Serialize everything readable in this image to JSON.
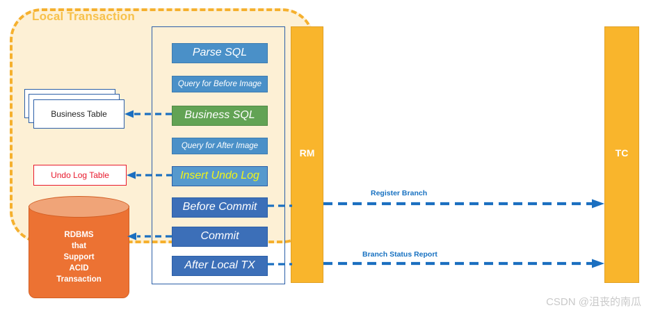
{
  "region": {
    "title": "Local Transaction",
    "border_color": "#f5b02e",
    "fill_color": "#fdf0d5"
  },
  "actors": {
    "rm": {
      "label": "RM",
      "color": "#f9b52c"
    },
    "tc": {
      "label": "TC",
      "color": "#f9b52c"
    }
  },
  "steps": [
    {
      "label": "Parse SQL",
      "style": "blue-mid",
      "size": "big"
    },
    {
      "label": "Query for Before Image",
      "style": "blue-mid",
      "size": "small"
    },
    {
      "label": "Business SQL",
      "style": "green",
      "size": "big"
    },
    {
      "label": "Query for After Image",
      "style": "blue-mid",
      "size": "small"
    },
    {
      "label": "Insert Undo Log",
      "style": "blue-light",
      "size": "big"
    },
    {
      "label": "Before Commit",
      "style": "blue-dark",
      "size": "big"
    },
    {
      "label": "Commit",
      "style": "blue-dark",
      "size": "big"
    },
    {
      "label": "After Local TX",
      "style": "blue-dark",
      "size": "big"
    }
  ],
  "stores": {
    "business_table": {
      "label": "Business Table",
      "stack_count": 3
    },
    "undo_log_table": {
      "label": "Undo Log Table",
      "border_color": "#e8192c",
      "text_color": "#e8192c"
    },
    "database": {
      "lines": [
        "RDBMS",
        "that",
        "Support",
        "ACID",
        "Transaction"
      ],
      "color": "#ec7233"
    }
  },
  "flows": [
    {
      "label": "Register Branch",
      "from": "Before Commit",
      "to": "TC"
    },
    {
      "label": "Branch Status Report",
      "from": "After Local TX",
      "to": "TC"
    }
  ],
  "arrow_color": "#1b6fc0",
  "watermark": "CSDN @沮丧的南瓜"
}
